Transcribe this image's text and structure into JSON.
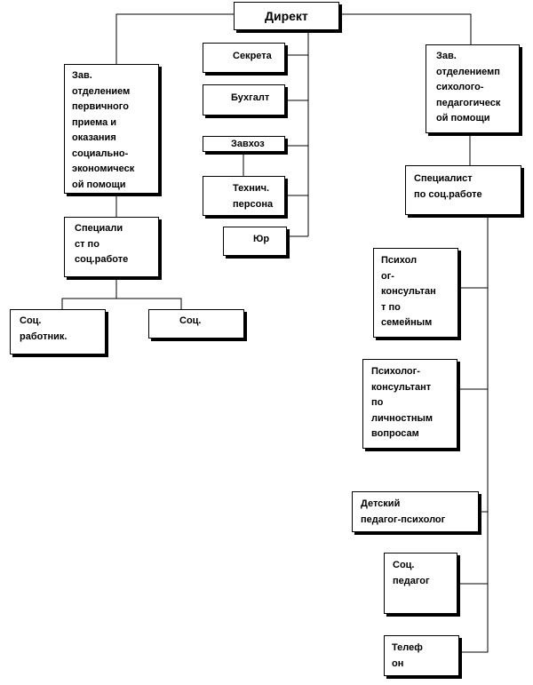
{
  "diagram": {
    "director": "Директ",
    "left_branch": {
      "head": "Зав.\nотделением\nпервичного\nприема и\nоказания\nсоциально-\nэкономическ\nой помощи",
      "specialist": "Специали\nст по\nсоц.работе",
      "staff": [
        "Соц.\nработник.",
        "Соц."
      ]
    },
    "center_branch": [
      "Секрета",
      "Бухгалт",
      "Завхоз",
      "Технич.\nперсона",
      "Юр"
    ],
    "right_branch": {
      "head": "Зав.\nотделениемп\nсихолого-\nпедагогическ\nой помощи",
      "specialist": "Специалист\nпо соц.работе",
      "staff": [
        "Психол\nог-\nконсультан\nт по\nсемейным",
        "Психолог-\nконсультант\nпо\nличностным\nвопросам",
        "Детский\nпедагог-психолог",
        "Соц.\nпедагог",
        "Телеф\nон"
      ]
    }
  }
}
